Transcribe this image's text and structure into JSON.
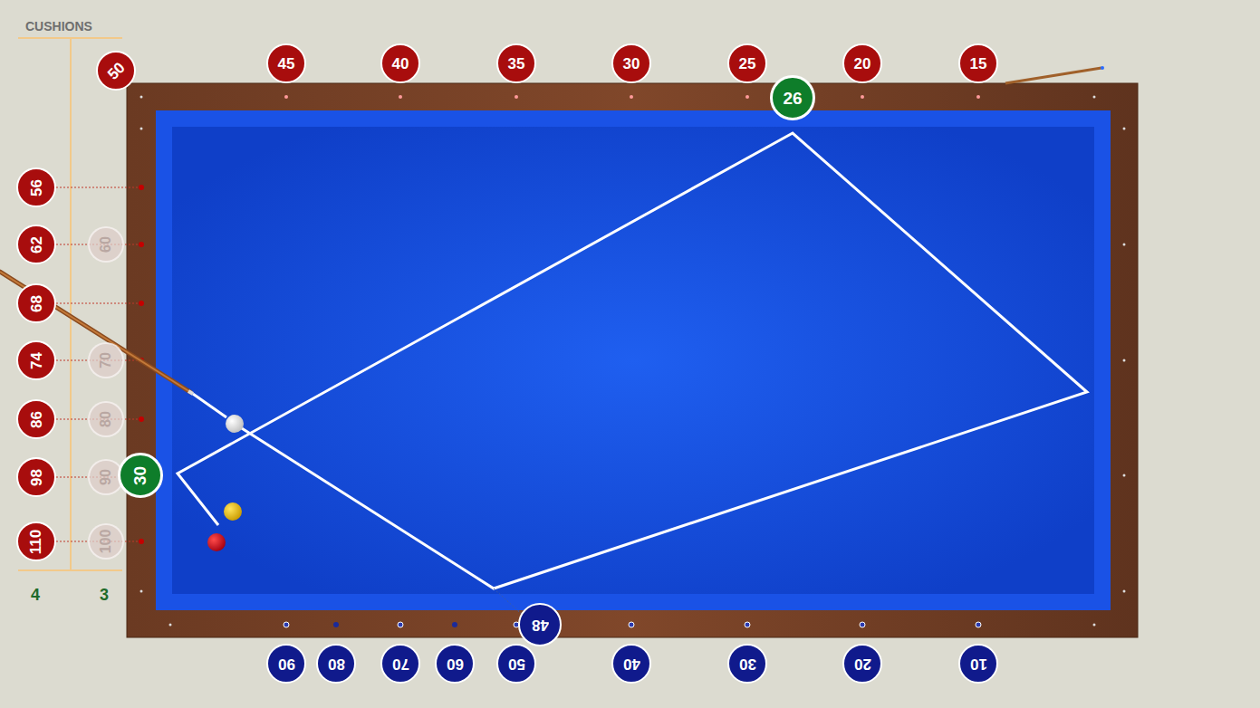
{
  "diagram": {
    "nodes": [
      {
        "text": [
          "50"
        ]
      },
      {
        "text": [
          "45"
        ]
      },
      {
        "text": [
          "40"
        ]
      },
      {
        "text": [
          "35"
        ]
      },
      {
        "text": [
          "30"
        ]
      },
      {
        "text": [
          "25"
        ]
      },
      {
        "text": [
          "20"
        ]
      },
      {
        "text": [
          "15"
        ]
      },
      {
        "text": [
          "26"
        ]
      },
      {
        "text": [
          "56"
        ]
      },
      {
        "text": [
          "62"
        ]
      },
      {
        "text": [
          "60"
        ]
      },
      {
        "text": [
          "68"
        ]
      },
      {
        "text": [
          "74"
        ]
      },
      {
        "text": [
          "70"
        ]
      },
      {
        "text": [
          "86"
        ]
      },
      {
        "text": [
          "80"
        ]
      },
      {
        "text": [
          "98"
        ]
      },
      {
        "text": [
          "90"
        ]
      },
      {
        "text": [
          "30"
        ]
      },
      {
        "text": [
          "110"
        ]
      },
      {
        "text": [
          "100"
        ]
      },
      {
        "text": [
          "48"
        ]
      },
      {
        "text": [
          "90"
        ]
      },
      {
        "text": [
          "80"
        ]
      },
      {
        "text": [
          "70"
        ]
      },
      {
        "text": [
          "60"
        ]
      },
      {
        "text": [
          "50"
        ]
      },
      {
        "text": [
          "40"
        ]
      },
      {
        "text": [
          "30"
        ]
      },
      {
        "text": [
          "20"
        ]
      },
      {
        "text": [
          "10"
        ]
      }
    ],
    "labels": [
      "CUSHIONS",
      "4",
      "3"
    ]
  }
}
